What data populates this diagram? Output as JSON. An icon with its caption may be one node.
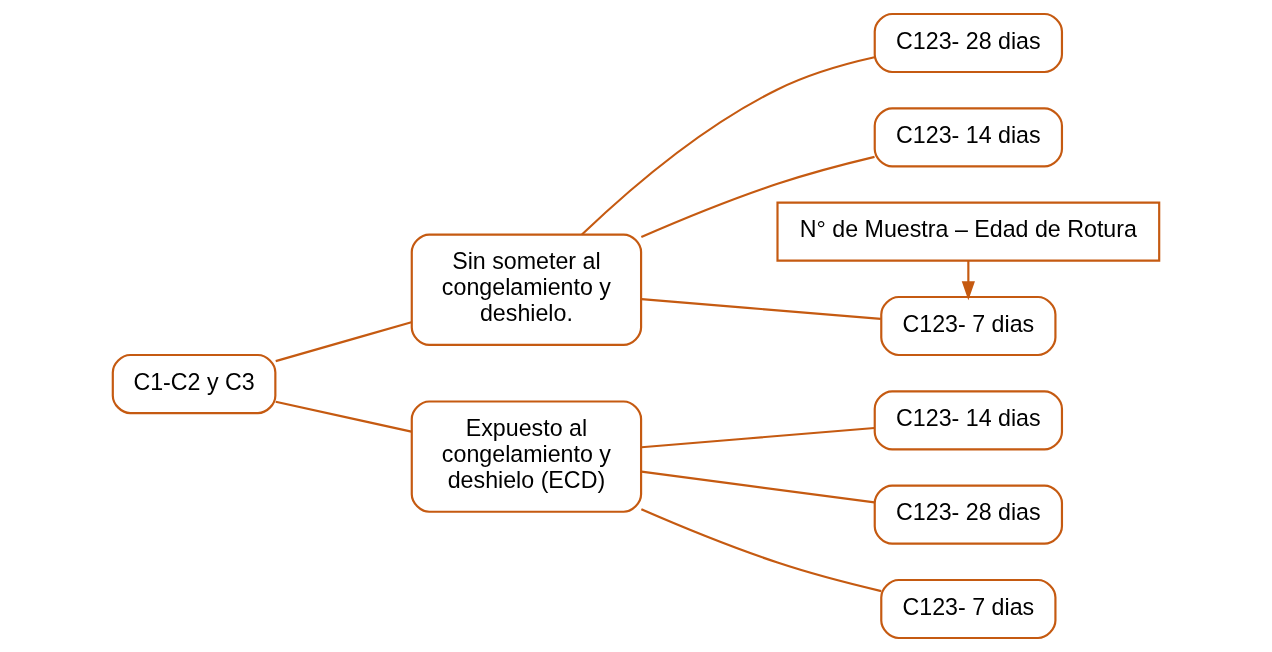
{
  "diagram": {
    "nodes": [
      {
        "text": [
          "C1-C2 y C3"
        ]
      },
      {
        "text": [
          "Sin someter al congelamiento y deshielo."
        ]
      },
      {
        "text": [
          "Expuesto al congelamiento y deshielo (ECD)"
        ]
      },
      {
        "text": [
          "N° de Muestra – Edad de Rotura"
        ]
      },
      {
        "text": [
          "C123- 7 dias"
        ]
      },
      {
        "text": [
          "C123- 14 dias"
        ]
      },
      {
        "text": [
          "C123- 28 dias"
        ]
      },
      {
        "text": [
          "C123- 7 dias"
        ]
      },
      {
        "text": [
          "C123- 14 dias"
        ]
      },
      {
        "text": [
          "C123- 28 dias"
        ]
      }
    ],
    "edges": [
      {
        "from": 0,
        "to": 1,
        "arrow": "none"
      },
      {
        "from": 0,
        "to": 2,
        "arrow": "none"
      },
      {
        "from": 3,
        "to": 4,
        "arrow": "to"
      },
      {
        "from": 1,
        "to": 4,
        "arrow": "none"
      },
      {
        "from": 1,
        "to": 5,
        "arrow": "none"
      },
      {
        "from": 1,
        "to": 6,
        "arrow": "none"
      },
      {
        "from": 2,
        "to": 7,
        "arrow": "none"
      },
      {
        "from": 2,
        "to": 8,
        "arrow": "none"
      },
      {
        "from": 2,
        "to": 9,
        "arrow": "none"
      }
    ]
  }
}
